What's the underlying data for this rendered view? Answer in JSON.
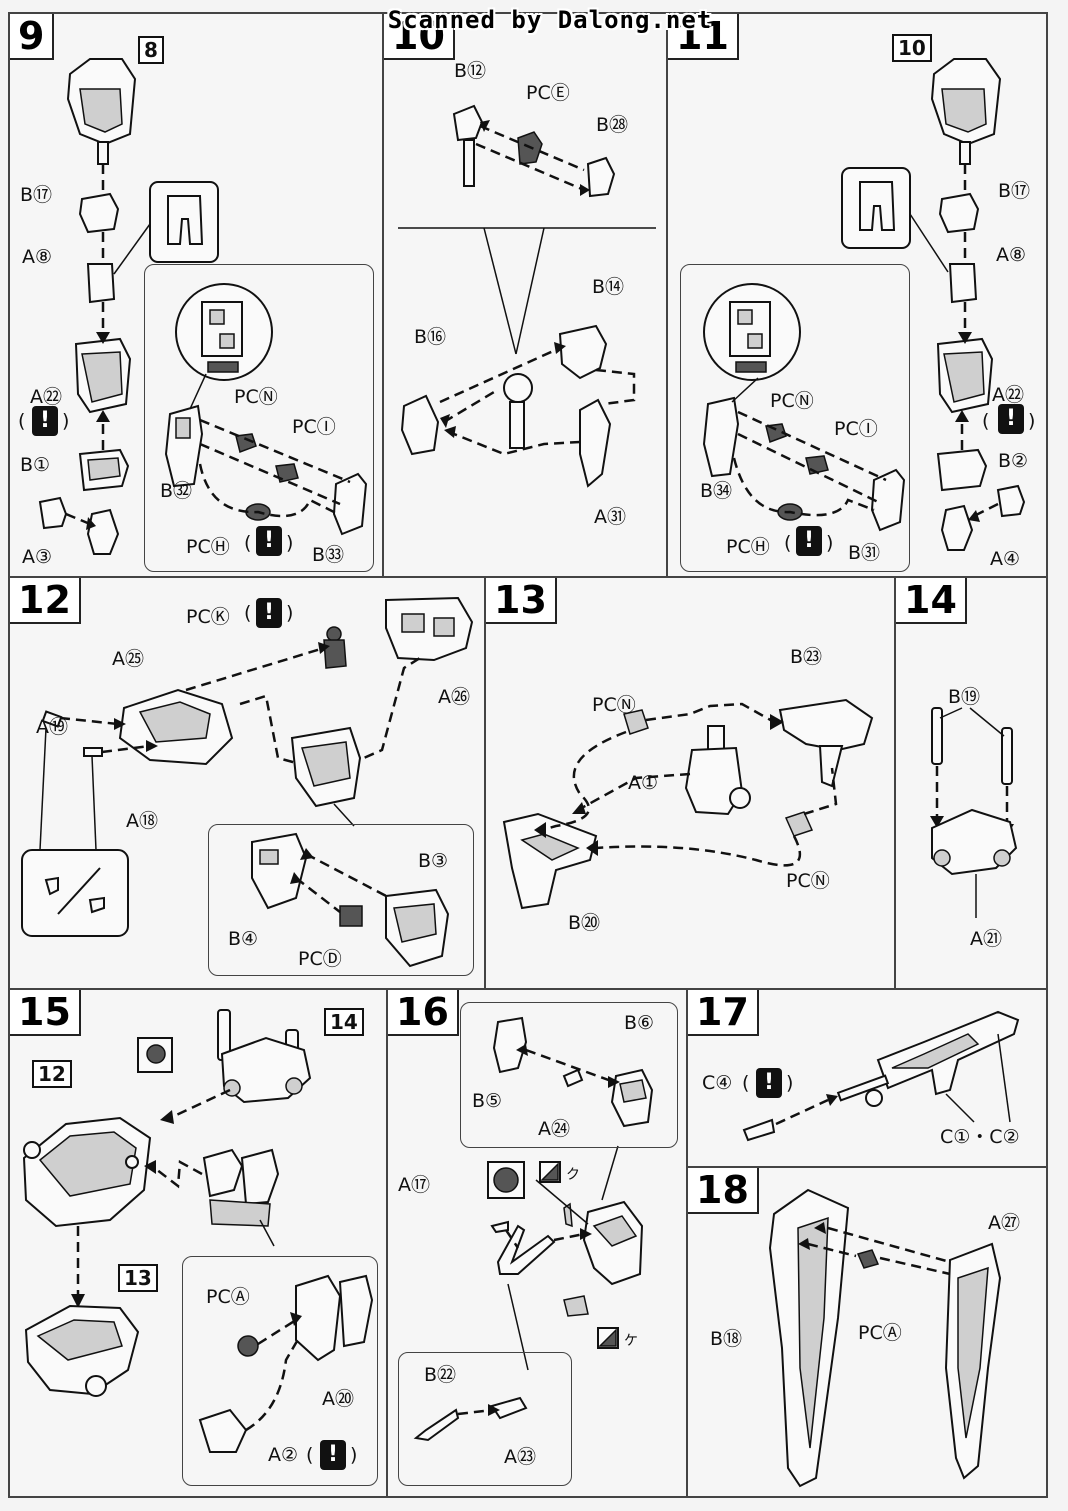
{
  "watermark": "Scanned by Dalong.net",
  "steps": {
    "s9": {
      "no": "9",
      "ref": "8",
      "labels": {
        "b17": "B⑰",
        "a8": "A⑧",
        "a22": "A㉒",
        "b1": "B①",
        "a3": "A③",
        "pcn": "PCⓃ",
        "pci": "PCⒾ",
        "b32": "B㉜",
        "pch": "PCⒽ",
        "b33": "B㉝"
      }
    },
    "s10": {
      "no": "10",
      "labels": {
        "b12": "B⑫",
        "pce": "PCⒺ",
        "b28": "B㉘",
        "b14": "B⑭",
        "b16": "B⑯",
        "a31": "A㉛"
      }
    },
    "s11": {
      "no": "11",
      "ref": "10",
      "labels": {
        "b17": "B⑰",
        "a8": "A⑧",
        "a22": "A㉒",
        "b2": "B②",
        "a4": "A④",
        "pcn": "PCⓃ",
        "pci": "PCⒾ",
        "b34": "B㉞",
        "pch": "PCⒽ",
        "b31": "B㉛"
      }
    },
    "s12": {
      "no": "12",
      "labels": {
        "pck": "PCⓀ",
        "a25": "A㉕",
        "a26": "A㉖",
        "a19": "A⑲",
        "a18": "A⑱",
        "b3": "B③",
        "b4": "B④",
        "pcd": "PCⒹ"
      }
    },
    "s13": {
      "no": "13",
      "labels": {
        "b23": "B㉓",
        "pcn1": "PCⓃ",
        "a1": "A①",
        "pcn2": "PCⓃ",
        "b20": "B⑳"
      }
    },
    "s14": {
      "no": "14",
      "labels": {
        "b19": "B⑲",
        "a21": "A㉑"
      }
    },
    "s15": {
      "no": "15",
      "ref14": "14",
      "ref12": "12",
      "ref13": "13",
      "labels": {
        "pca": "PCⒶ",
        "a20": "A⑳",
        "a2": "A②"
      }
    },
    "s16": {
      "no": "16",
      "labels": {
        "b6": "B⑥",
        "b5": "B⑤",
        "a24": "A㉔",
        "a17": "A⑰",
        "ku": "ク",
        "ke": "ケ",
        "b22": "B㉒",
        "a23": "A㉓"
      }
    },
    "s17": {
      "no": "17",
      "labels": {
        "c4": "C④",
        "c12": "C①・C②"
      }
    },
    "s18": {
      "no": "18",
      "labels": {
        "a27": "A㉗",
        "b18": "B⑱",
        "pca": "PCⒶ"
      }
    }
  },
  "warn_symbol": "!",
  "paren_open": "(",
  "paren_close": ")"
}
